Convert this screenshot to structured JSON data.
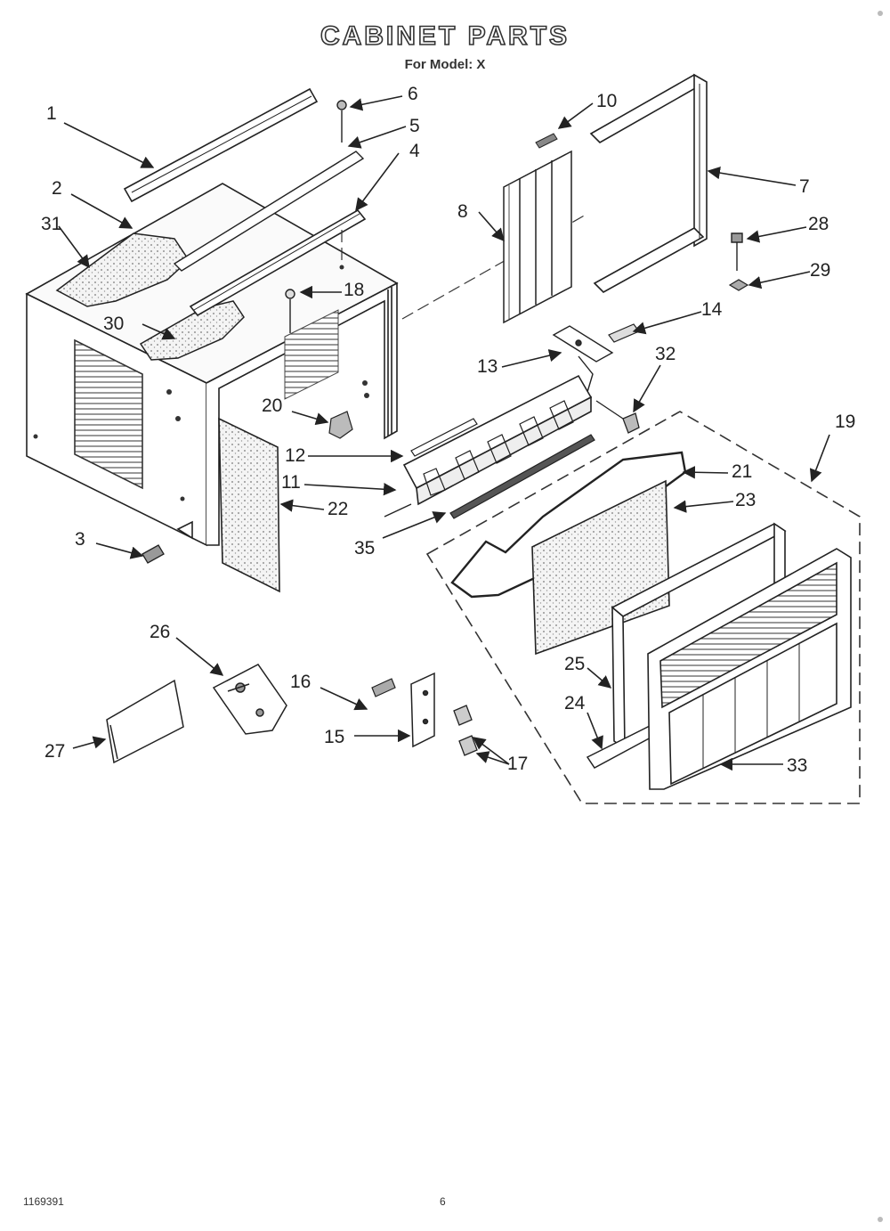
{
  "header": {
    "title": "CABINET PARTS",
    "subtitle": "For Model: X"
  },
  "callouts": [
    "1",
    "2",
    "3",
    "4",
    "5",
    "6",
    "7",
    "8",
    "10",
    "11",
    "12",
    "13",
    "14",
    "15",
    "16",
    "17",
    "18",
    "19",
    "20",
    "21",
    "22",
    "23",
    "24",
    "25",
    "26",
    "27",
    "28",
    "29",
    "30",
    "31",
    "32",
    "33",
    "35"
  ],
  "footer": {
    "doc_number": "1169391",
    "page_number": "6"
  }
}
